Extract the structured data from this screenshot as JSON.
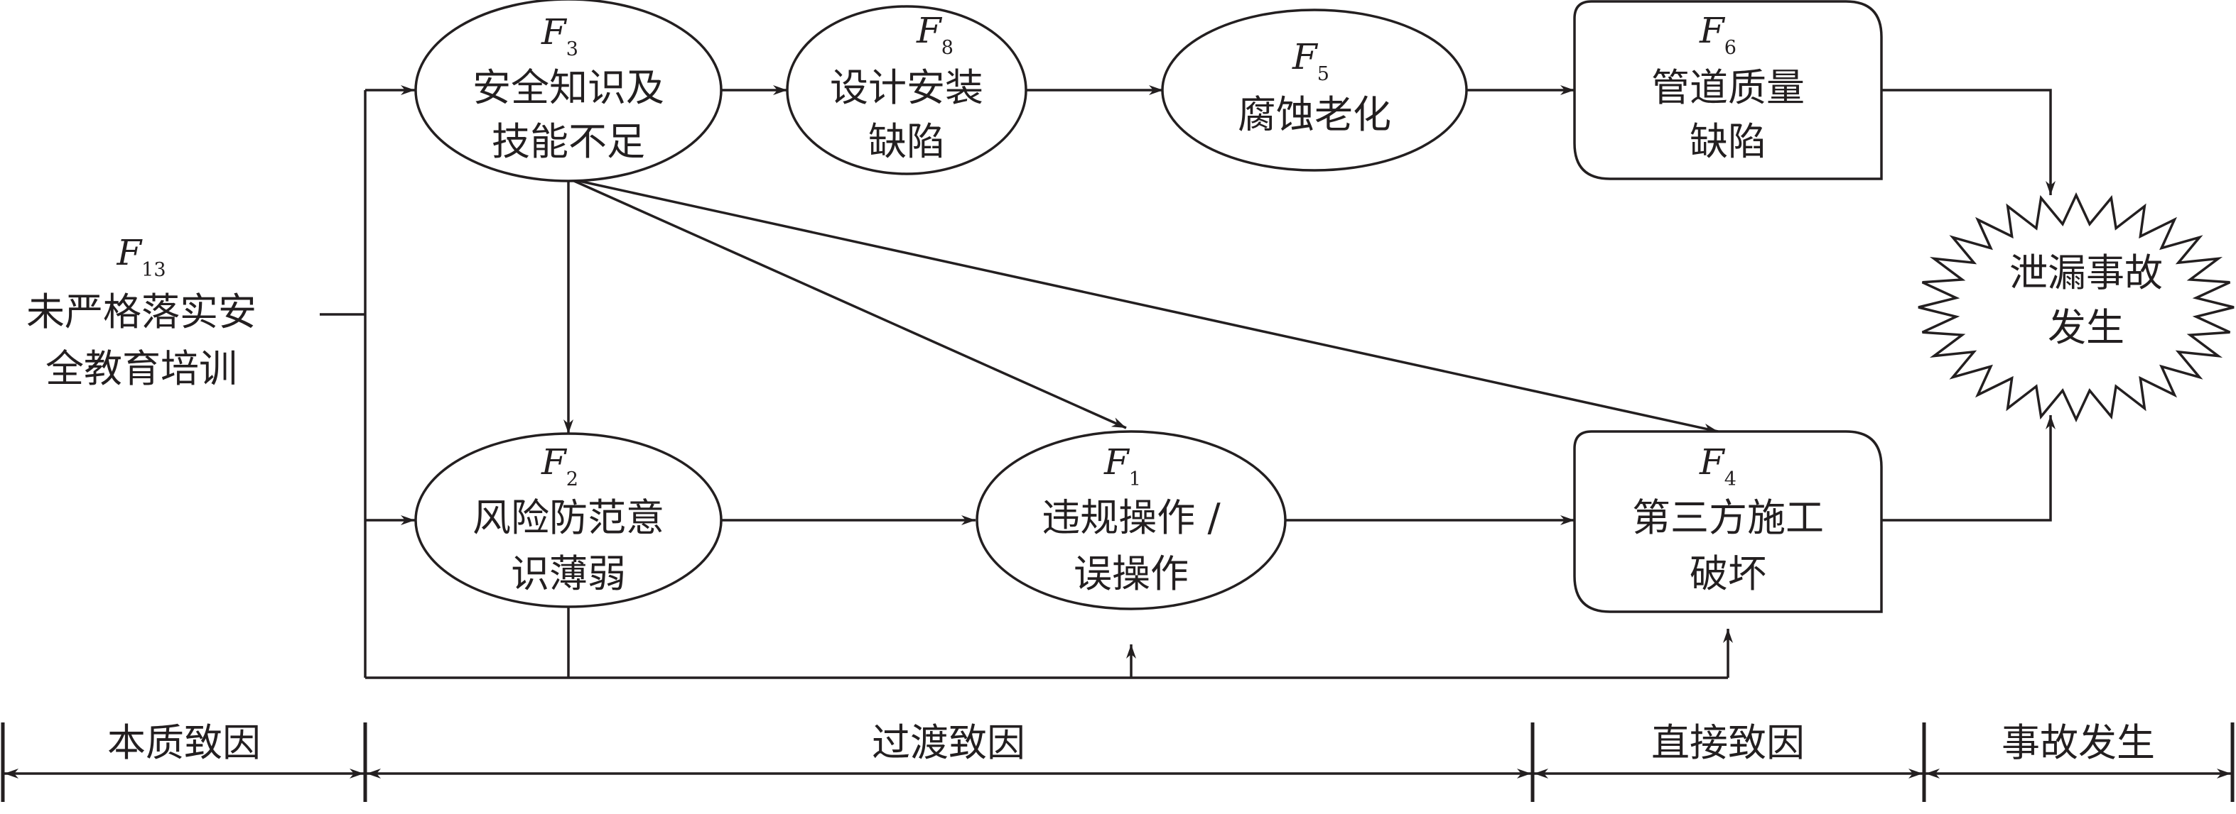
{
  "nodes": {
    "f13": {
      "var": "F",
      "sub": "13",
      "lines": [
        "未严格落实安",
        "全教育培训"
      ]
    },
    "f3": {
      "var": "F",
      "sub": "3",
      "lines": [
        "安全知识及",
        "技能不足"
      ]
    },
    "f8": {
      "var": "F",
      "sub": "8",
      "lines": [
        "设计安装",
        "缺陷"
      ]
    },
    "f5": {
      "var": "F",
      "sub": "5",
      "lines": [
        "腐蚀老化"
      ]
    },
    "f6": {
      "var": "F",
      "sub": "6",
      "lines": [
        "管道质量",
        "缺陷"
      ]
    },
    "f2": {
      "var": "F",
      "sub": "2",
      "lines": [
        "风险防范意",
        "识薄弱"
      ]
    },
    "f1": {
      "var": "F",
      "sub": "1",
      "lines": [
        "违规操作 /",
        "误操作"
      ]
    },
    "f4": {
      "var": "F",
      "sub": "4",
      "lines": [
        "第三方施工",
        "破坏"
      ]
    },
    "accident": {
      "lines": [
        "泄漏事故",
        "发生"
      ]
    }
  },
  "stages": [
    "本质致因",
    "过渡致因",
    "直接致因",
    "事故发生"
  ]
}
